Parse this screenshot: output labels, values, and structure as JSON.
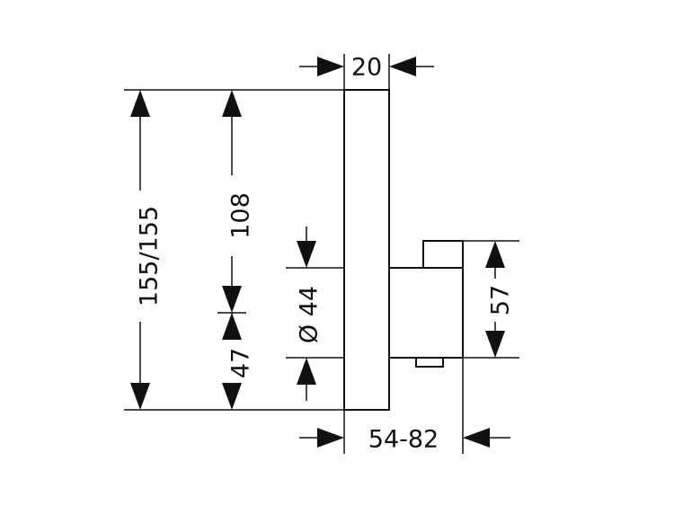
{
  "dimensions": {
    "top_width": "20",
    "total_height": "155/155",
    "upper_height": "108",
    "lower_height": "47",
    "diameter": "Ø 44",
    "handle_height": "57",
    "depth": "54-82"
  }
}
